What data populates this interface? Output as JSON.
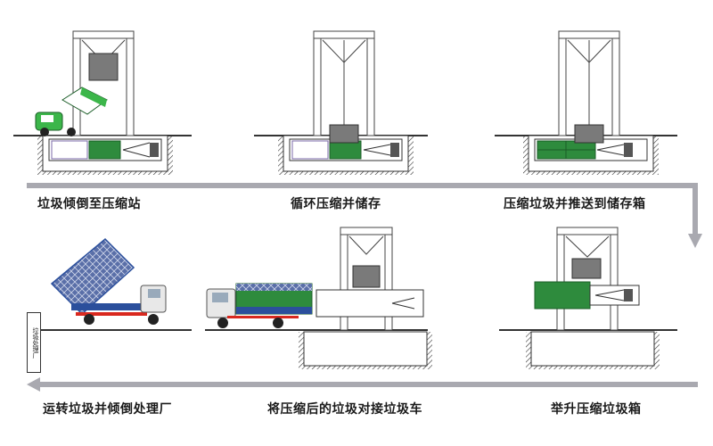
{
  "steps": [
    {
      "caption": "垃圾倾倒至压缩站"
    },
    {
      "caption": "循环压缩并储存"
    },
    {
      "caption": "压缩垃圾并推送到储存箱"
    },
    {
      "caption": "运转垃圾并倾倒处理厂"
    },
    {
      "caption": "将压缩后的垃圾对接垃圾车"
    },
    {
      "caption": "举升压缩垃圾箱"
    }
  ],
  "sign_text": "垃圾处理厂",
  "colors": {
    "compacted": "#2e8b3d",
    "truck_blue": "#2b4f9c",
    "truck_red": "#d9281e",
    "arrow": "#a9a9b0",
    "frame": "#444444"
  }
}
